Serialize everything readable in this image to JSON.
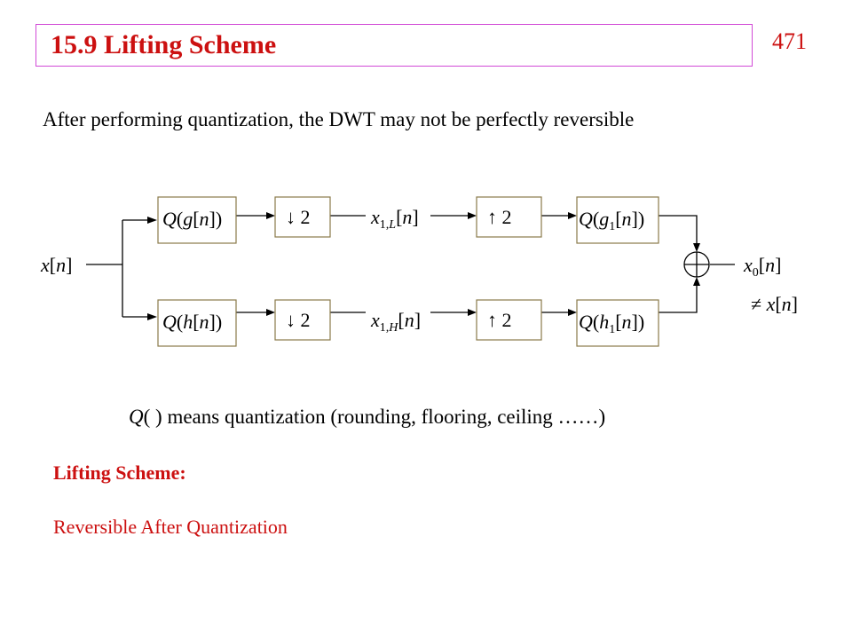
{
  "slide": {
    "title": "15.9  Lifting Scheme",
    "page_number": "471",
    "intro": "After performing quantization, the DWT may not be perfectly reversible",
    "note": "Q( ) means quantization (rounding, flooring, ceiling ……)",
    "lifting_heading": "Lifting Scheme:",
    "lifting_subtitle": "Reversible After Quantization"
  },
  "diagram": {
    "input": "x[n]",
    "top_branch": {
      "filter": "Q(g[n])",
      "downsample": "↓ 2",
      "signal": "x1,L[n]",
      "upsample": "↑ 2",
      "synthesis": "Q(g1[n])"
    },
    "bottom_branch": {
      "filter": "Q(h[n])",
      "downsample": "↓ 2",
      "signal": "x1,H[n]",
      "upsample": "↑ 2",
      "synthesis": "Q(h1[n])"
    },
    "output": "x0[n]",
    "output_note": "≠ x[n]"
  },
  "colors": {
    "accent": "#cc1010",
    "title_border": "#d14ad6",
    "box_border": "#8a7a4a"
  }
}
